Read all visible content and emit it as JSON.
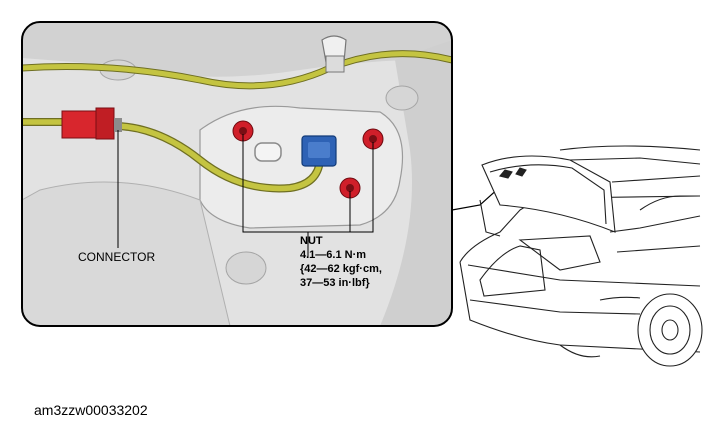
{
  "labels": {
    "connector": "CONNECTOR",
    "nut_title": "NUT",
    "torque_line1": "4.1—6.1 N·m",
    "torque_line2": "{42—62 kgf·cm,",
    "torque_line3": "37—53 in·lbf}"
  },
  "figure_id": "am3zzw00033202",
  "colors": {
    "harness": "#b5b53a",
    "connector": "#d8262d",
    "nut": "#d01f2a",
    "clip": "#2e62b5",
    "panel": "#e4e4e4",
    "frame": "#000000"
  }
}
